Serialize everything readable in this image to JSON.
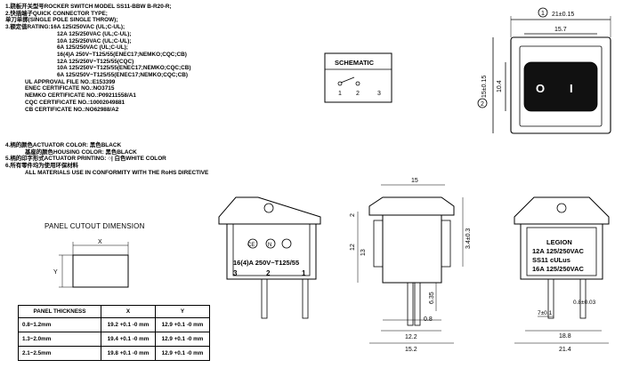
{
  "specs": [
    {
      "cls": "",
      "text": "1.跷板开关型号ROCKER SWITCH MODEL SS11-BBW B-R20-R;"
    },
    {
      "cls": "",
      "text": "2.快插端子QUICK CONNECTOR TYPE;"
    },
    {
      "cls": "",
      "text": "单刀单掷(SINGLE POLE SINGLE THROW);"
    },
    {
      "cls": "",
      "text": "3.额定值RATING:16A 125/250VAC (UL;C-UL);"
    },
    {
      "cls": "i1",
      "text": "12A 125/250VAC (UL;C-UL);"
    },
    {
      "cls": "i1",
      "text": "10A 125/250VAC (UL;C-UL);"
    },
    {
      "cls": "i1",
      "text": "6A  125/250VAC (UL;C-UL);"
    },
    {
      "cls": "i1",
      "text": "16(4)A 250V~T125/55(ENEC17;NEMKO;CQC;CB)"
    },
    {
      "cls": "i1",
      "text": "12A 125/250V~T125/55(CQC)"
    },
    {
      "cls": "i1",
      "text": "10A 125/250V~T125/55(ENEC17;NEMKO;CQC;CB)"
    },
    {
      "cls": "i1",
      "text": "6A  125/250V~T125/55(ENEC17;NEMKO;CQC;CB)"
    },
    {
      "cls": "i3",
      "text": "UL APPROVAL FILE NO.:E153399"
    },
    {
      "cls": "i3",
      "text": "ENEC CERTIFICATE NO.:NO3715"
    },
    {
      "cls": "i3",
      "text": "NEMKO CERTIFICATE NO.:P09211558/A1"
    },
    {
      "cls": "i3",
      "text": "CQC CERTIFICATE NO.:10002049881"
    },
    {
      "cls": "i3",
      "text": "CB CERTIFICATE NO.:NO62988/A2"
    }
  ],
  "specs2": [
    {
      "cls": "",
      "text": "4.柄的颜色ACTUATOR COLOR: 黑色BLACK"
    },
    {
      "cls": "i3",
      "text": "基座的颜色HOUSING COLOR: 黑色BLACK"
    },
    {
      "cls": "",
      "text": "5.柄的印字形式ACTUATOR PRINTING: ○|  白色WHITE COLOR"
    },
    {
      "cls": "",
      "text": "6.所有零件均为使用环保材料"
    },
    {
      "cls": "i3",
      "text": "ALL MATERIALS USE IN CONFORMITY  WITH THE RoHS DIRECTIVE"
    }
  ],
  "schematic": {
    "title": "SCHEMATIC",
    "pins": [
      "1",
      "2",
      "3"
    ]
  },
  "panel": {
    "title": "PANEL CUTOUT DIMENSION",
    "x_label": "X",
    "y_label": "Y",
    "headers": [
      "PANEL THICKNESS",
      "X",
      "Y"
    ],
    "rows": [
      [
        "0.8~1.2mm",
        "19.2 +0.1 -0 mm",
        "12.9 +0.1 -0 mm"
      ],
      [
        "1.3~2.0mm",
        "19.4 +0.1 -0 mm",
        "12.9 +0.1 -0 mm"
      ],
      [
        "2.1~2.5mm",
        "19.8 +0.1 -0 mm",
        "12.9 +0.1 -0 mm"
      ]
    ]
  },
  "top_view": {
    "dim_width": "21±0.15",
    "dim_inner": "15.7",
    "dim_height": "15±0.15",
    "dim_inner_h": "10.4",
    "note1": "1",
    "note2": "2",
    "symbol_off": "O",
    "symbol_on": "I"
  },
  "front_view": {
    "marking_line1": "16(4)A 250V~T125/55",
    "pins": [
      "3",
      "2",
      "1"
    ],
    "cert_ce": "CE",
    "cert_n": "N"
  },
  "side_view": {
    "dim_top": "15",
    "dim_2": "2",
    "dim_12": "12",
    "dim_13": "13",
    "dim_34": "3.4±0.3",
    "dim_635": "6.35",
    "dim_08": "0.8",
    "dim_122": "12.2",
    "dim_152": "15.2"
  },
  "back_view": {
    "line1": "LEGION",
    "line2": "12A 125/250VAC",
    "line3": "SS11  cULus",
    "line4": "16A 125/250VAC",
    "dim_7": "7±0.1",
    "dim_08": "0.8±0.03",
    "dim_188": "18.8",
    "dim_214": "21.4"
  }
}
